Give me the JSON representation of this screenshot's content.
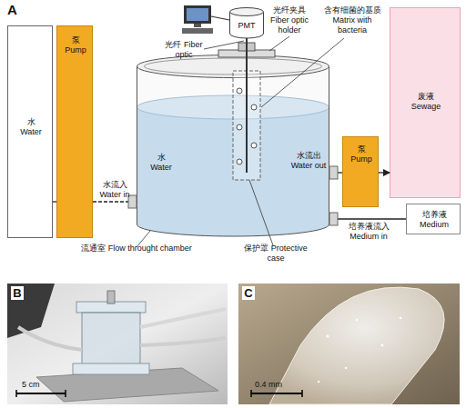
{
  "diagram": {
    "nodes": [
      {
        "text": [
          "水 Water"
        ]
      },
      {
        "text": [
          "泵 Pump"
        ]
      },
      {
        "text": [
          "PMT"
        ]
      },
      {
        "text": [
          "水 Water"
        ]
      },
      {
        "text": [
          "泵 Pump"
        ]
      },
      {
        "text": [
          "废液 Sewage"
        ]
      },
      {
        "text": [
          "培养液 Medium"
        ]
      }
    ],
    "edges": [
      {
        "from": 0,
        "to": 1,
        "arrow": "none"
      },
      {
        "from": 1,
        "to": 3,
        "label": "水流入 Water in",
        "arrow": "to"
      },
      {
        "from": 3,
        "to": 4,
        "label": "水流出 Water out",
        "arrow": "none"
      },
      {
        "from": 4,
        "to": 5,
        "arrow": "to"
      },
      {
        "from": 6,
        "to": 3,
        "label": "培养液流入 Medium in",
        "arrow": "to"
      },
      {
        "from": 2,
        "to": 3,
        "arrow": "none"
      }
    ],
    "labels": [
      "A",
      "B",
      "C",
      "光纤 Fiber optic",
      "光纤夹具 Fiber optic holder",
      "含有细菌的基质 Matrix with bacteria",
      "流通室 Flow throught chamber",
      "保护罩 Protective case",
      "5 cm",
      "0.4 mm"
    ]
  }
}
